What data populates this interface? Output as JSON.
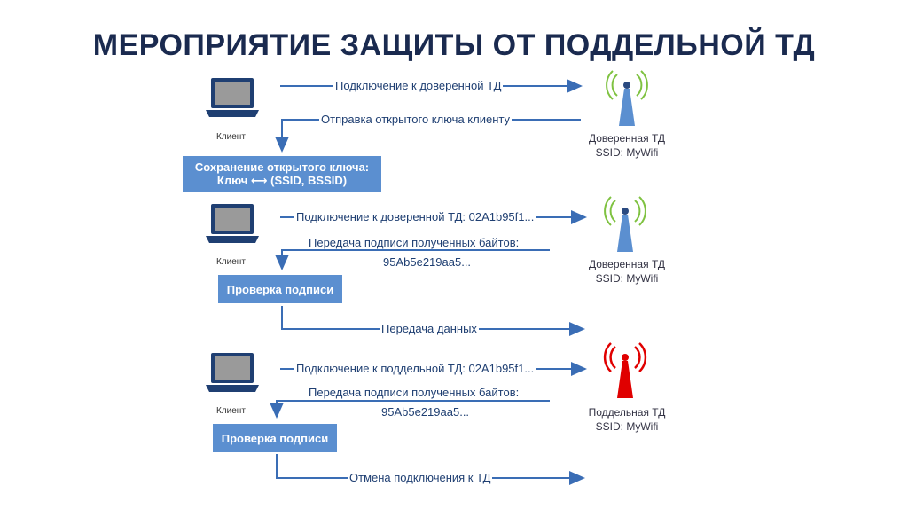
{
  "title": "МЕРОПРИЯТИЕ ЗАЩИТЫ ОТ ПОДДЕЛЬНОЙ ТД",
  "colors": {
    "title": "#1a2a4f",
    "arrow": "#3a6db5",
    "box": "#5b8fd0",
    "trusted_ap": "#5b8fd0",
    "fake_ap": "#e00000",
    "signal_good": "#7fc241"
  },
  "scene1": {
    "client": "Клиент",
    "msg1": "Подключение к доверенной ТД",
    "msg2": "Отправка открытого ключа клиенту",
    "ap_name": "Доверенная ТД",
    "ap_ssid": "SSID: MyWifi",
    "box_line1": "Сохранение открытого ключа:",
    "box_line2": "Ключ ⟷ (SSID, BSSID)"
  },
  "scene2": {
    "client": "Клиент",
    "msg1": "Подключение к доверенной ТД: 02A1b95f1...",
    "msg2": "Передача подписи полученных байтов:",
    "msg2b": "95Ab5e219aa5...",
    "ap_name": "Доверенная ТД",
    "ap_ssid": "SSID: MyWifi",
    "box": "Проверка подписи",
    "msg3": "Передача данных"
  },
  "scene3": {
    "client": "Клиент",
    "msg1": "Подключение к поддельной ТД: 02A1b95f1...",
    "msg2": "Передача подписи полученных байтов:",
    "msg2b": "95Ab5e219aa5...",
    "ap_name": "Поддельная ТД",
    "ap_ssid": "SSID: MyWifi",
    "box": "Проверка подписи",
    "msg3": "Отмена подключения к ТД"
  }
}
